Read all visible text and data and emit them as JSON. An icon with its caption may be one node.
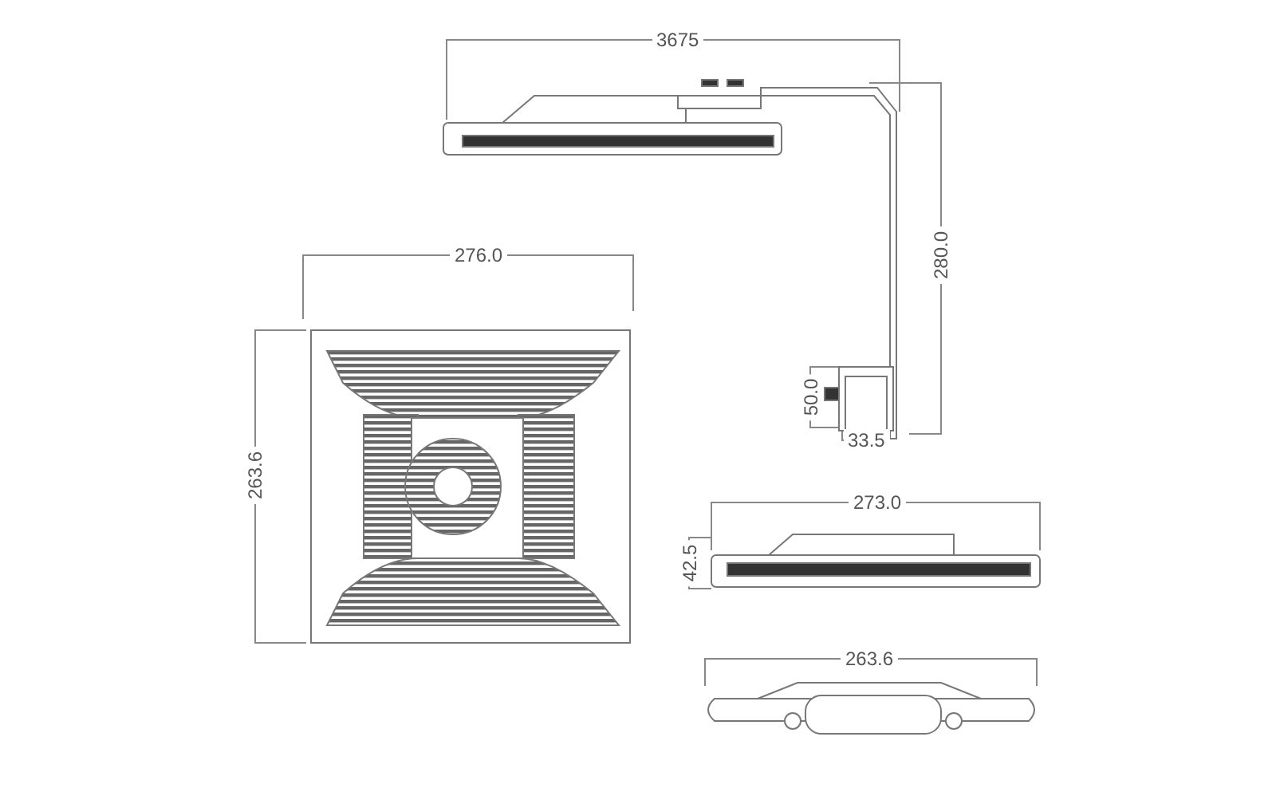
{
  "diagram": {
    "labels": [
      "3675",
      "280.0",
      "276.0",
      "50.0",
      "33.5",
      "263.6",
      "273.0",
      "42.5",
      "263.6"
    ]
  }
}
